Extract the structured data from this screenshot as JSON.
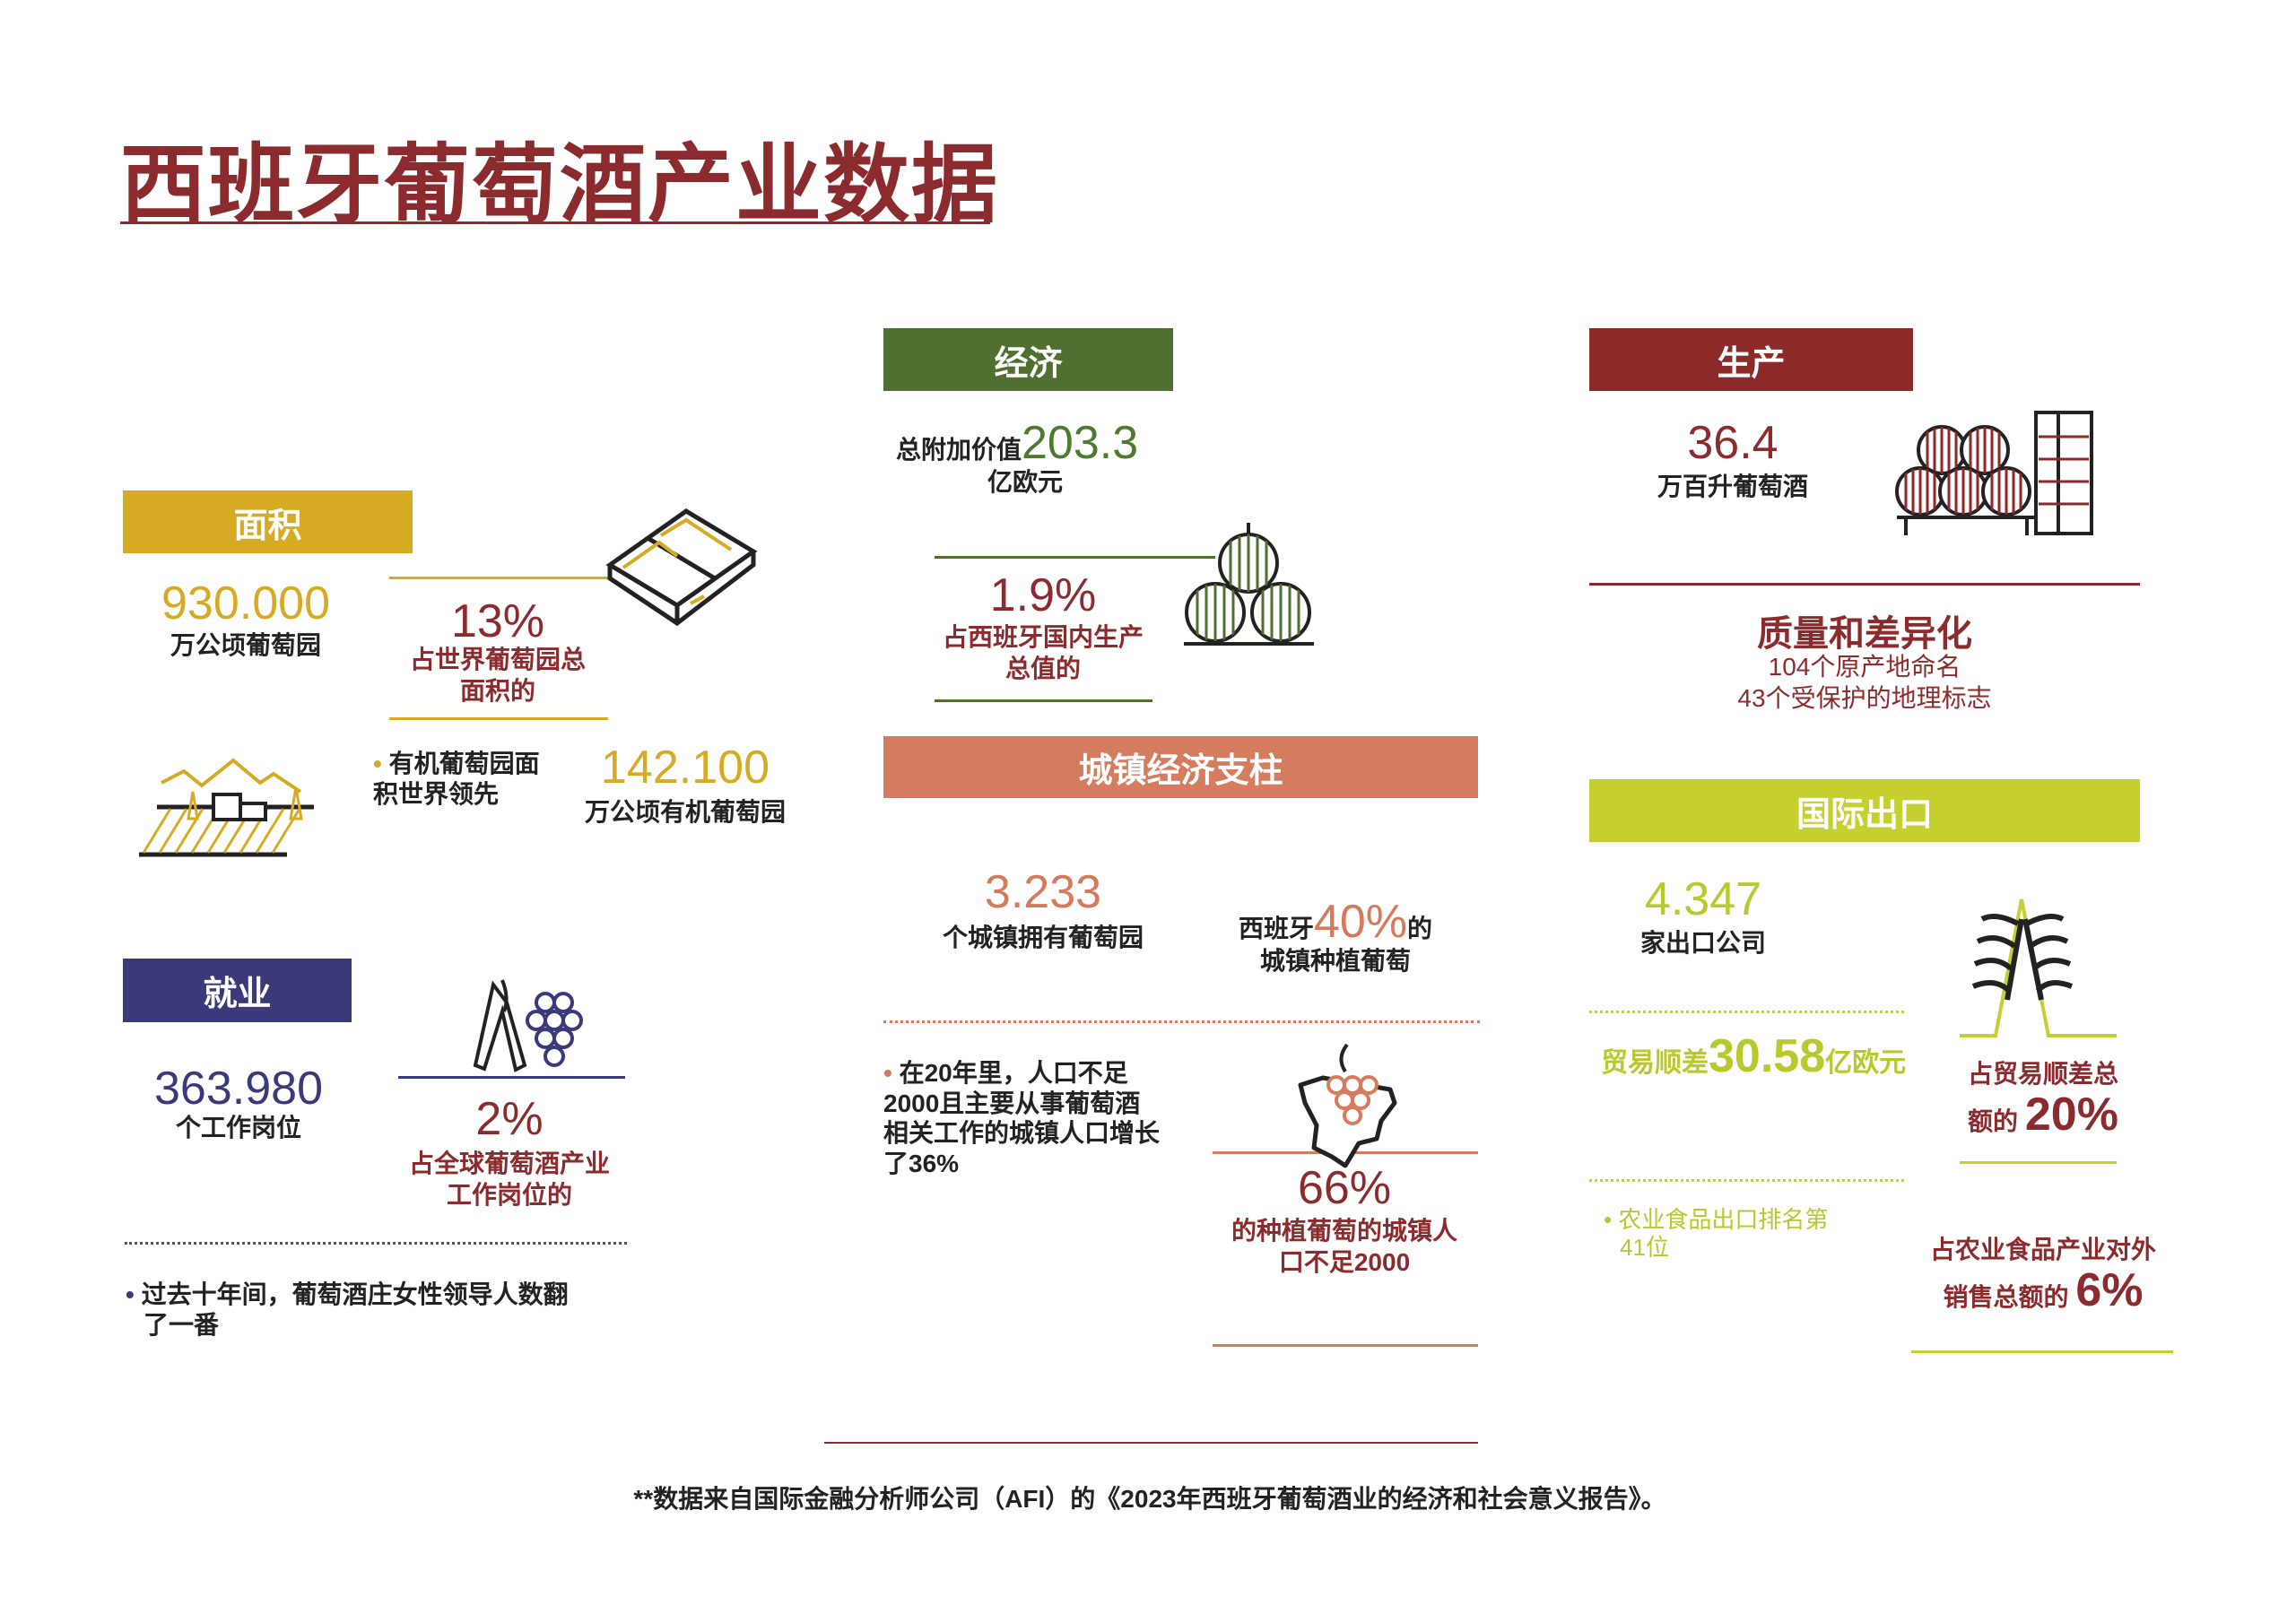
{
  "title": "西班牙葡萄酒产业数据",
  "colors": {
    "title": "#8b2b2e",
    "area": "#d6aa22",
    "employment": "#3a3a7b",
    "economy": "#4f7030",
    "towns": "#d57b5e",
    "production": "#8c2a2a",
    "export": "#c5cf2e"
  },
  "area": {
    "header": "面积",
    "vineyard_value": "930.000",
    "vineyard_label": "万公顷葡萄园",
    "world_share_value": "13%",
    "world_share_label_1": "占世界葡萄园总",
    "world_share_label_2": "面积的",
    "organic_note_1": "有机葡萄园面",
    "organic_note_2": "积世界领先",
    "organic_value": "142.100",
    "organic_label": "万公顷有机葡萄园"
  },
  "employment": {
    "header": "就业",
    "jobs_value": "363.980",
    "jobs_label": "个工作岗位",
    "share_value": "2%",
    "share_label_1": "占全球葡萄酒产业",
    "share_label_2": "工作岗位的",
    "note_1": "过去十年间，葡萄酒庄女性领导人数翻",
    "note_2": "了一番"
  },
  "economy": {
    "header": "经济",
    "gva_prefix": "总附加价值",
    "gva_value": "203.3",
    "gva_unit": "亿欧元",
    "gdp_share_value": "1.9%",
    "gdp_share_label_1": "占西班牙国内生产",
    "gdp_share_label_2": "总值的"
  },
  "towns": {
    "header": "城镇经济支柱",
    "towns_value": "3.233",
    "towns_label": "个城镇拥有葡萄园",
    "pct_prefix": "西班牙",
    "pct_value": "40%",
    "pct_suffix": "的",
    "pct_label": "城镇种植葡萄",
    "note_lines": [
      "在20年里，人口不足",
      "2000且主要从事葡萄酒",
      "相关工作的城镇人口增长",
      "了36%"
    ],
    "small_value": "66%",
    "small_label_1": "的种植葡萄的城镇人",
    "small_label_2": "口不足2000"
  },
  "production": {
    "header": "生产",
    "volume_value": "36.4",
    "volume_label": "万百升葡萄酒",
    "quality_title": "质量和差异化",
    "quality_line_1": "104个原产地命名",
    "quality_line_2": "43个受保护的地理标志"
  },
  "export": {
    "header": "国际出口",
    "companies_value": "4.347",
    "companies_label": "家出口公司",
    "surplus_prefix": "贸易顺差",
    "surplus_value": "30.58",
    "surplus_unit": "亿欧元",
    "rank_note_1": "农业食品出口排名第",
    "rank_note_2": "41位",
    "surplus_share_label_1": "占贸易顺差总",
    "surplus_share_label_2": "额的",
    "surplus_share_value": "20%",
    "agri_share_label_1": "占农业食品产业对外",
    "agri_share_label_2": "销售总额的",
    "agri_share_value": "6%"
  },
  "footer": "**数据来自国际金融分析师公司（AFI）的《2023年西班牙葡萄酒业的经济和社会意义报告》。"
}
